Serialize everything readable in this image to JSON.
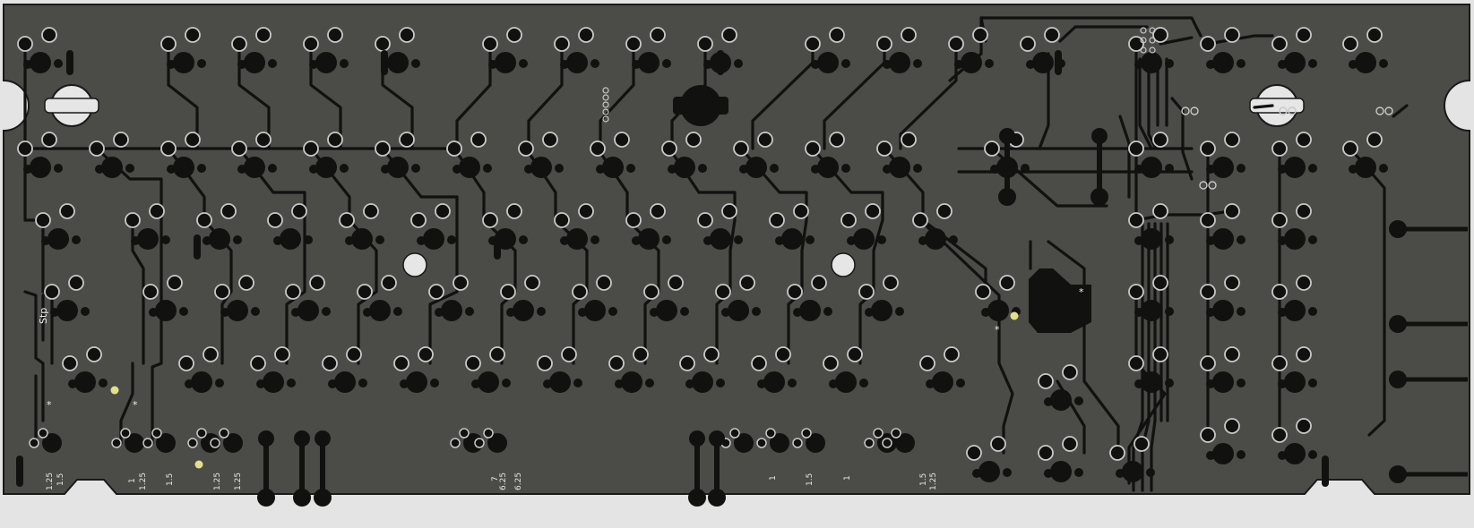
{
  "board": {
    "view": "PCB back side",
    "colors": {
      "substrate": "#4b4b47",
      "outline": "#1a1a1a",
      "copper": "#111110",
      "pad_ring": "#c8c8c8",
      "hole": "#e6e6e6",
      "highlight_pad": "#e3e08a",
      "background": "#e4e4e4"
    }
  },
  "labels": {
    "stepped": "Stp",
    "u_1_5_a": "1.5",
    "u_1_25_a": "1.25",
    "u_1_a": "1",
    "u_1_25_b": "1.25",
    "u_1_5_b": "1.5",
    "u_1_25_c": "1.25",
    "u_1_25_d": "1.25",
    "u_7": "7",
    "u_6_25_a": "6.25",
    "u_6_25_b": "6.25",
    "u_1_b": "1",
    "u_1_5_c": "1.5",
    "u_1_c": "1",
    "u_1_5_d": "1.5",
    "u_1_25_e": "1.25"
  },
  "markers": {
    "star": "*"
  }
}
